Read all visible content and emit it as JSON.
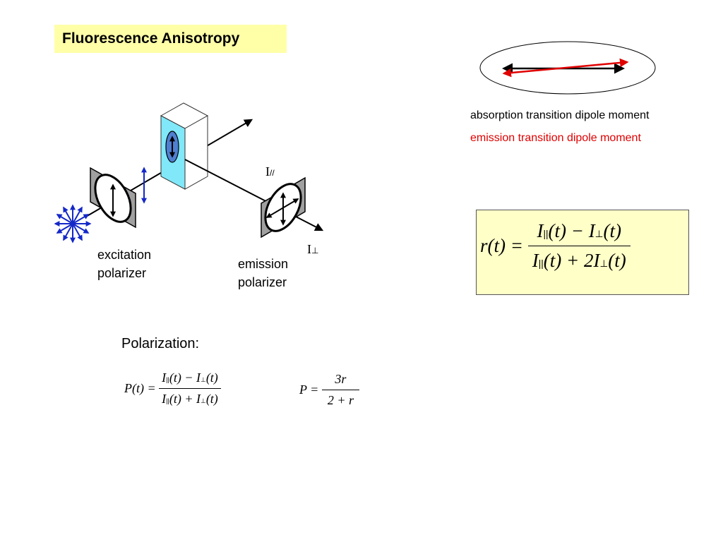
{
  "title": "Fluorescence Anisotropy",
  "labels": {
    "excitation_polarizer": [
      "excitation",
      "polarizer"
    ],
    "emission_polarizer": [
      "emission",
      "polarizer"
    ],
    "i_parallel": {
      "base": "I",
      "sub": "//"
    },
    "i_perp": {
      "base": "I",
      "sub": "⊥"
    },
    "polarization": "Polarization:"
  },
  "legend": {
    "absorption": "absorption transition dipole moment",
    "emission": "emission transition dipole moment"
  },
  "colors": {
    "title_bg": "#ffffa8",
    "equation_bg": "#ffffc8",
    "cuvette": "#80e8f8",
    "molecule": "#4f7fd0",
    "polarization_arrows": "#1428c8",
    "emission_dipole": "#e00000",
    "absorption_dipole": "#000000",
    "polarizer_frame": "#a0a0a0"
  },
  "equations": {
    "anisotropy": {
      "lhs": "r(t) =",
      "num": {
        "a": "I",
        "a_sub": "||",
        "b": "(t) − I",
        "b_sub": "⊥",
        "c": "(t)"
      },
      "den": {
        "a": "I",
        "a_sub": "||",
        "b": "(t) + 2I",
        "b_sub": "⊥",
        "c": "(t)"
      }
    },
    "polarization": {
      "lhs": "P(t) =",
      "num": {
        "a": "I",
        "a_sub": "||",
        "b": "(t) − I",
        "b_sub": "⊥",
        "c": "(t)"
      },
      "den": {
        "a": "I",
        "a_sub": "||",
        "b": "(t) + I",
        "b_sub": "⊥",
        "c": "(t)"
      }
    },
    "polarization_from_r": {
      "lhs": "P =",
      "num": "3r",
      "den": "2 + r"
    }
  }
}
